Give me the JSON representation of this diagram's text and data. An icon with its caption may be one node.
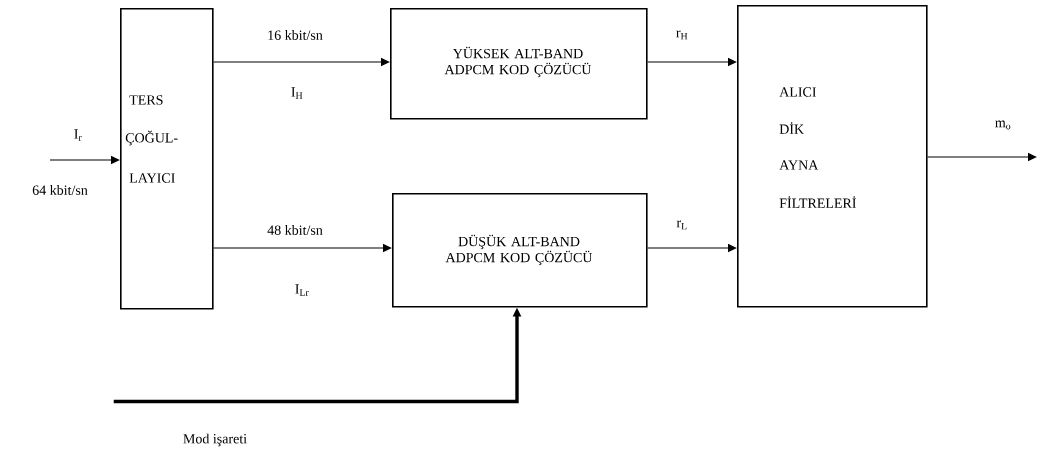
{
  "diagram": {
    "nodes": [
      {
        "text": [
          "TERS",
          "ÇOĞUL-",
          "LAYICI"
        ]
      },
      {
        "text": [
          "YÜKSEK ALT-BAND ADPCM KOD ÇÖZÜCÜ"
        ]
      },
      {
        "text": [
          "DÜŞÜK ALT-BAND ADPCM KOD ÇÖZÜCÜ"
        ]
      },
      {
        "text": [
          "ALICI",
          "DİK",
          "AYNA",
          "FİLTRELERİ"
        ]
      },
      {
        "text": [
          "Mod işareti"
        ]
      }
    ],
    "edges": [
      {
        "from": null,
        "to": 0,
        "arrow": "to",
        "label": "I$_{r}$"
      },
      {
        "from": 0,
        "to": 1,
        "arrow": "to",
        "label": "16 kbit/sn"
      },
      {
        "from": 0,
        "to": 2,
        "arrow": "to",
        "label": "48 kbit/sn"
      },
      {
        "from": 1,
        "to": 3,
        "arrow": "to",
        "label": "r$_{H}$"
      },
      {
        "from": 2,
        "to": 3,
        "arrow": "to",
        "label": "r$_{L}$"
      },
      {
        "from": 3,
        "to": null,
        "arrow": "to",
        "label": "m$_{o}$"
      },
      {
        "from": 4,
        "to": 2,
        "arrow": "to",
        "style": "thick"
      }
    ],
    "labels": [
      "64 kbit/sn",
      "I$_{H}$",
      "I$_{Lr}$"
    ]
  }
}
